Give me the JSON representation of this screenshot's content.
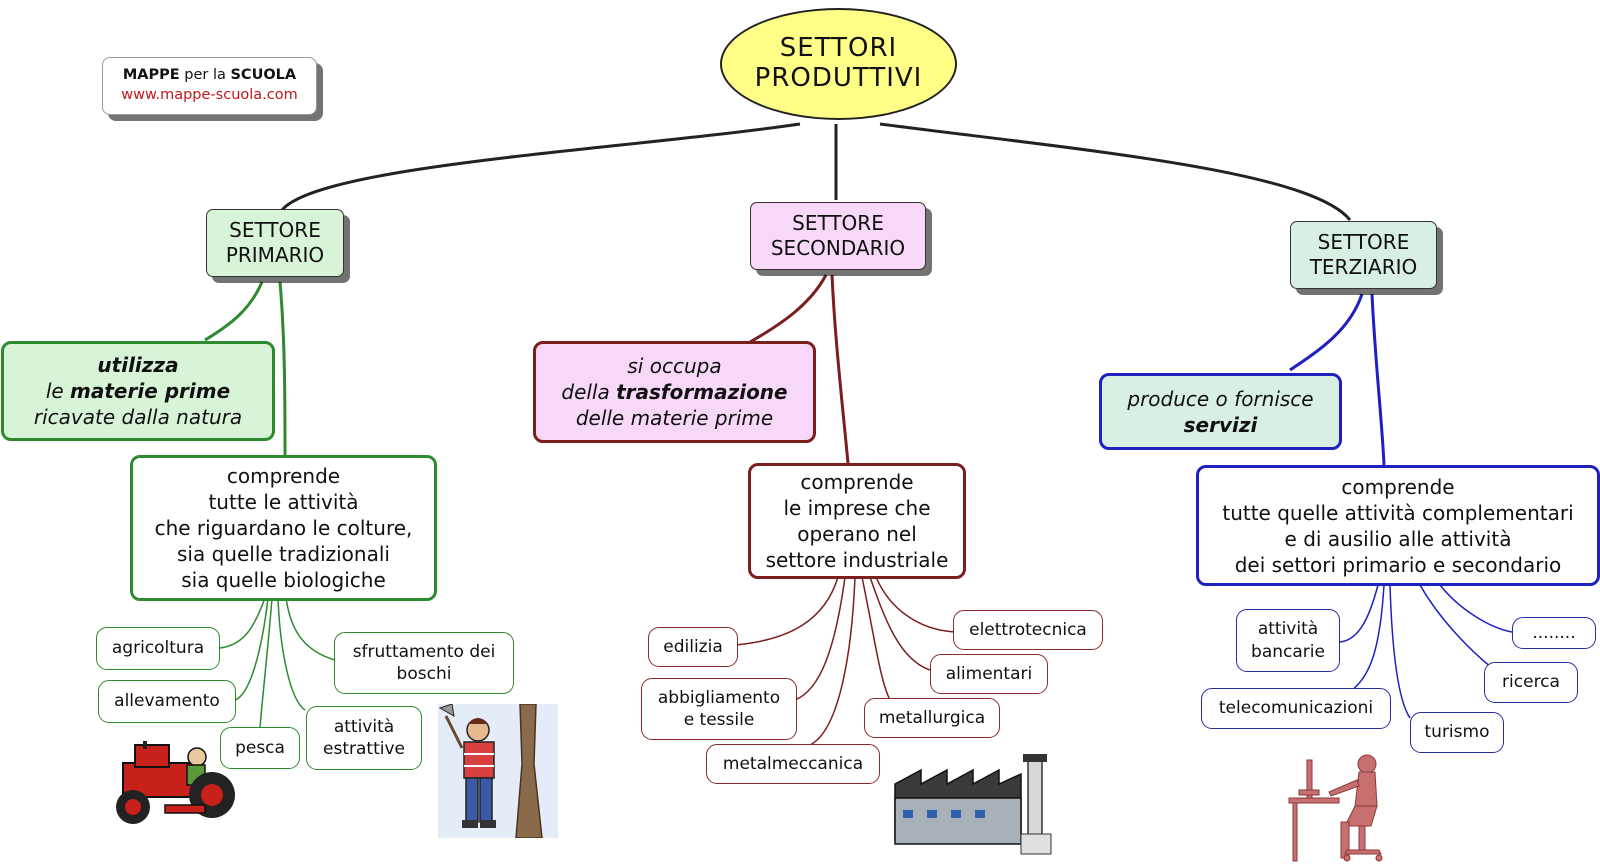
{
  "logo": {
    "line1_a": "MAPPE",
    "line1_b": " per la ",
    "line1_c": "SCUOLA",
    "url": "www.mappe-scuola.com"
  },
  "title": {
    "line1": "SETTORI",
    "line2": "PRODUTTIVI"
  },
  "primario": {
    "label1": "SETTORE",
    "label2": "PRIMARIO",
    "desc1": "utilizza",
    "desc2a": "le ",
    "desc2b": "materie prime",
    "desc3": "ricavate dalla natura",
    "comp": [
      "comprende",
      "tutte le attività",
      "che riguardano le colture,",
      "sia quelle tradizionali",
      "sia quelle biologiche"
    ],
    "leaves": {
      "agricoltura": "agricoltura",
      "allevamento": "allevamento",
      "pesca": "pesca",
      "estrattive1": "attività",
      "estrattive2": "estrattive",
      "boschi1": "sfruttamento dei",
      "boschi2": "boschi"
    }
  },
  "secondario": {
    "label1": "SETTORE",
    "label2": "SECONDARIO",
    "desc1": "si occupa",
    "desc2a": "della ",
    "desc2b": "trasformazione",
    "desc3": "delle materie prime",
    "comp": [
      "comprende",
      "le imprese che",
      "operano nel",
      "settore industriale"
    ],
    "leaves": {
      "edilizia": "edilizia",
      "abbigliamento1": "abbigliamento",
      "abbigliamento2": "e tessile",
      "metalmeccanica": "metalmeccanica",
      "metallurgica": "metallurgica",
      "alimentari": "alimentari",
      "elettrotecnica": "elettrotecnica"
    }
  },
  "terziario": {
    "label1": "SETTORE",
    "label2": "TERZIARIO",
    "desc1": "produce o fornisce",
    "desc2": "servizi",
    "comp": [
      "comprende",
      "tutte quelle attività complementari",
      "e di ausilio alle attività",
      "dei settori primario e secondario"
    ],
    "leaves": {
      "bancarie1": "attività",
      "bancarie2": "bancarie",
      "telecom": "telecomunicazioni",
      "turismo": "turismo",
      "ricerca": "ricerca",
      "altro": "........"
    }
  },
  "colors": {
    "green": "#2e8a2e",
    "red": "#7a1e1e",
    "blue": "#2020c0",
    "title_fill": "#ffff88"
  }
}
